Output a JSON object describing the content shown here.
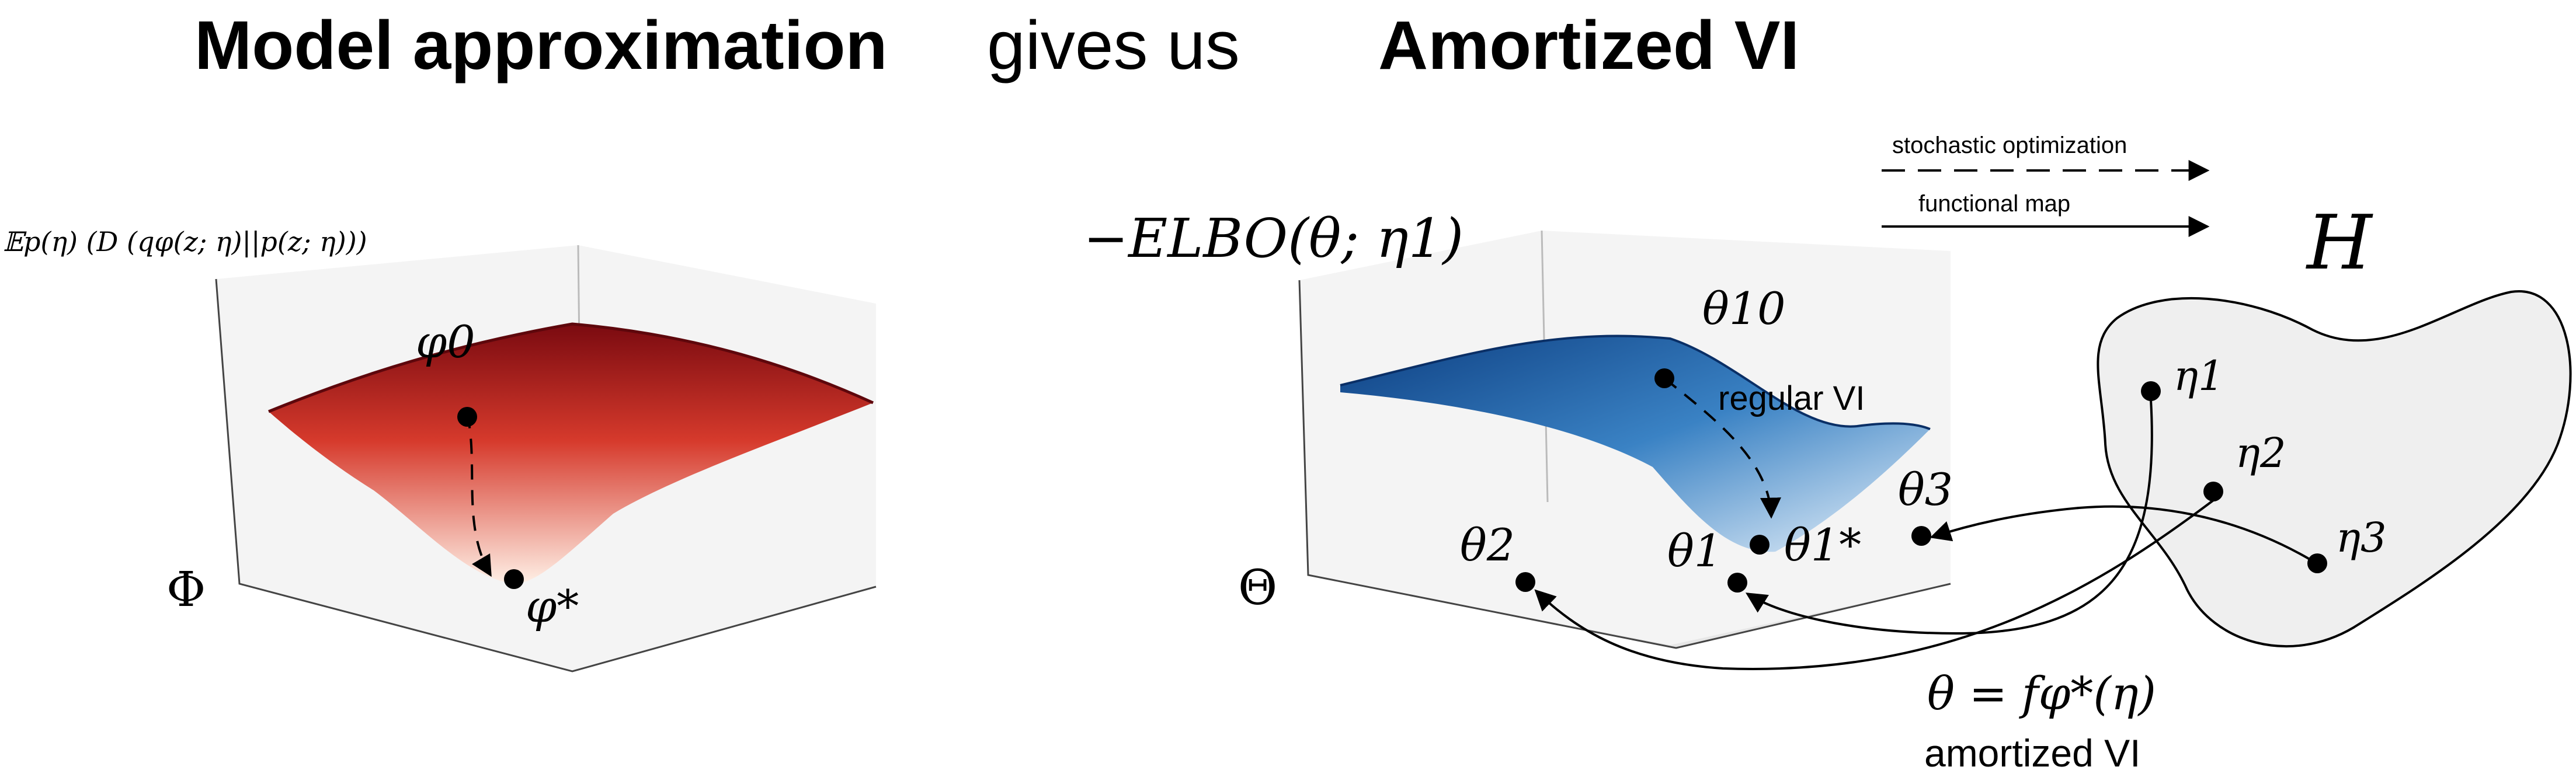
{
  "titles": {
    "left": "Model approximation",
    "middle": "gives us",
    "right": "Amortized VI"
  },
  "legend": {
    "dashed": "stochastic optimization",
    "solid": "functional map"
  },
  "left_panel": {
    "objective": "𝔼p(η) (D (qφ(z; η)||p(z; η)))",
    "axis": "Φ",
    "start_point": "φ0",
    "end_point": "φ*"
  },
  "right_panel": {
    "objective": "−ELBO(θ; η1)",
    "axis": "Θ",
    "start_point": "θ10",
    "optimum": "θ1*",
    "regular_vi": "regular VI",
    "theta1": "θ1",
    "theta2": "θ2",
    "theta3": "θ3"
  },
  "set_h": {
    "label": "H",
    "eta1": "η1",
    "eta2": "η2",
    "eta3": "η3"
  },
  "mapping": {
    "equation": "θ = fφ*(η)",
    "label": "amortized VI"
  },
  "colors": {
    "red_dark": "#7a0a10",
    "red_mid": "#d63a2c",
    "red_light": "#fff0e6",
    "blue_dark": "#0d3f82",
    "blue_mid": "#3a82c4",
    "blue_light": "#eaf3fb",
    "pane": "#ececec",
    "blob": "#efefef"
  }
}
